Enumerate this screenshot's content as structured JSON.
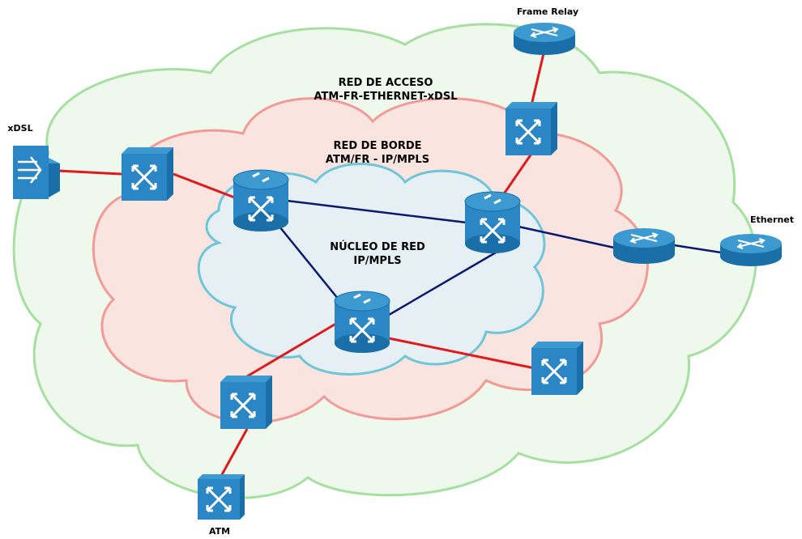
{
  "zones": {
    "access": {
      "line1": "RED DE ACCESO",
      "line2": "ATM-FR-ETHERNET-xDSL",
      "color": "#a6e0a0",
      "fill": "#eef8ec"
    },
    "edge": {
      "line1": "RED DE BORDE",
      "line2": "ATM/FR - IP/MPLS",
      "color": "#f29a96",
      "fill": "#f9e4e0"
    },
    "core": {
      "line1": "NÚCLEO DE RED",
      "line2": "IP/MPLS",
      "color": "#6ec6d8",
      "fill": "#e6f0f4"
    }
  },
  "devices": {
    "frame_relay": "Frame Relay",
    "ethernet": "Ethernet",
    "xdsl": "xDSL",
    "atm": "ATM"
  },
  "links": {
    "access_color": "#e0191c",
    "core_color": "#0a1a6e"
  },
  "device_colors": {
    "top": "#3d9ad1",
    "side": "#1a6fa8",
    "body": "#2a86c4"
  }
}
